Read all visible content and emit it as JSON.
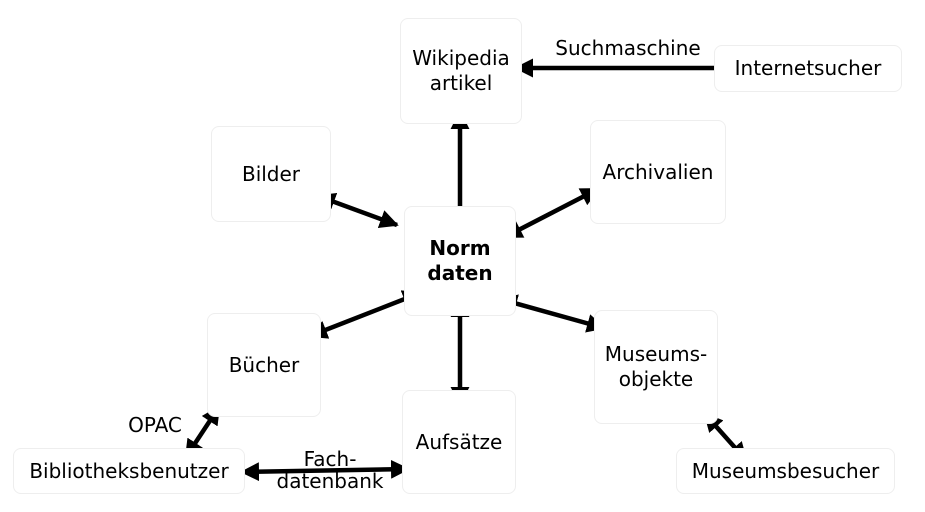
{
  "diagram": {
    "nodes": {
      "wikipedia": "Wikipedia\nartikel",
      "internetsucher": "Internetsucher",
      "bilder": "Bilder",
      "archivalien": "Archivalien",
      "normdaten": "Norm\ndaten",
      "buecher": "Bücher",
      "museumsobjekte": "Museums-\nobjekte",
      "aufsaetze": "Aufsätze",
      "bibliotheksbenutzer": "Bibliotheksbenutzer",
      "museumsbesucher": "Museumsbesucher"
    },
    "edge_labels": {
      "suchmaschine": "Suchmaschine",
      "opac": "OPAC",
      "fachdatenbank": "Fach-\ndatenbank"
    },
    "edges": [
      {
        "from": "internetsucher",
        "to": "wikipedia",
        "direction": "one-way",
        "label": "suchmaschine"
      },
      {
        "from": "wikipedia",
        "to": "normdaten",
        "direction": "both"
      },
      {
        "from": "bilder",
        "to": "normdaten",
        "direction": "both"
      },
      {
        "from": "archivalien",
        "to": "normdaten",
        "direction": "both"
      },
      {
        "from": "buecher",
        "to": "normdaten",
        "direction": "both"
      },
      {
        "from": "aufsaetze",
        "to": "normdaten",
        "direction": "both"
      },
      {
        "from": "museumsobjekte",
        "to": "normdaten",
        "direction": "both"
      },
      {
        "from": "bibliotheksbenutzer",
        "to": "buecher",
        "direction": "both",
        "label": "opac"
      },
      {
        "from": "bibliotheksbenutzer",
        "to": "aufsaetze",
        "direction": "both",
        "label": "fachdatenbank"
      },
      {
        "from": "museumsobjekte",
        "to": "museumsbesucher",
        "direction": "both"
      }
    ]
  }
}
